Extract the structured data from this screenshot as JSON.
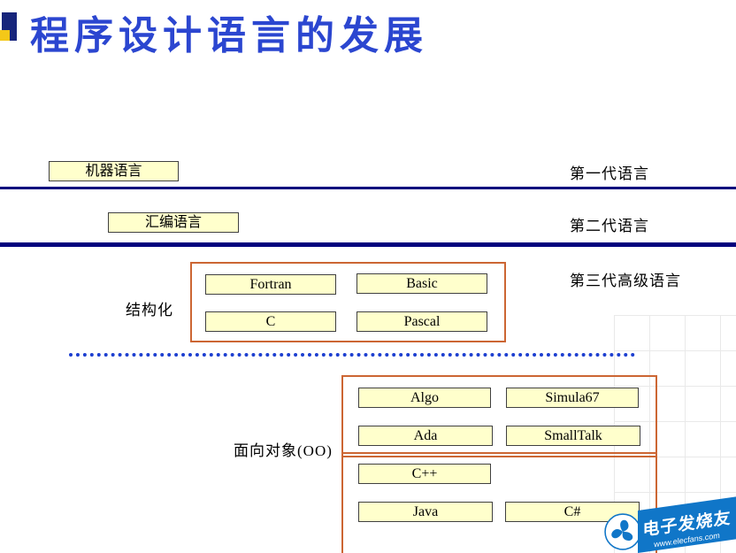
{
  "slide": {
    "title": "程序设计语言的发展"
  },
  "generations": [
    {
      "box": "机器语言",
      "label": "第一代语言"
    },
    {
      "box": "汇编语言",
      "label": "第二代语言"
    },
    {
      "label": "第三代高级语言"
    }
  ],
  "structured": {
    "label": "结构化",
    "boxes": [
      "Fortran",
      "Basic",
      "C",
      "Pascal"
    ]
  },
  "oo": {
    "label": "面向对象(OO)",
    "upper": [
      "Algo",
      "Simula67",
      "Ada",
      "SmallTalk"
    ],
    "lower": [
      "C++",
      "Java",
      "C#"
    ]
  },
  "watermark": {
    "name": "电子发烧友",
    "url": "www.elecfans.com"
  },
  "colors": {
    "title": "#2b46d0",
    "box_fill": "#ffffcc",
    "divider": "#00007d",
    "group_border": "#cc6633",
    "dotted_line": "#1d3fd0",
    "watermark_blue": "#1076c8",
    "icon_navy": "#17257b",
    "icon_yellow": "#f4c818"
  }
}
